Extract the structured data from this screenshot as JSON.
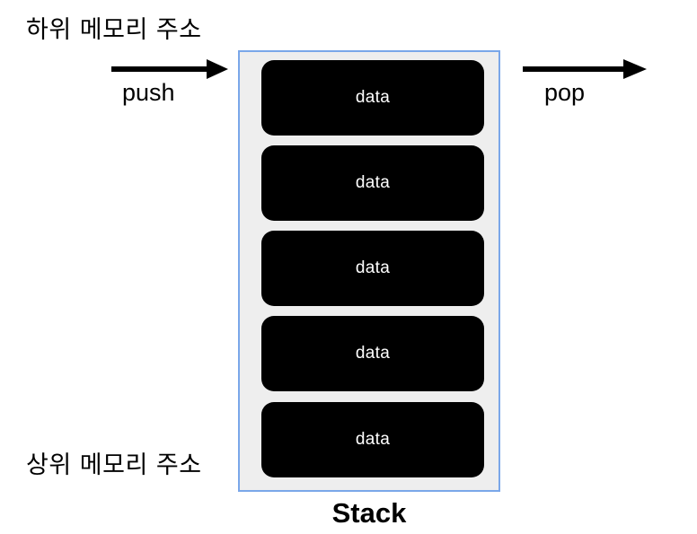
{
  "diagram": {
    "title_caption": "Stack",
    "labels": {
      "low_address": "하위 메모리 주소",
      "high_address": "상위 메모리 주소"
    },
    "arrows": [
      {
        "id": "push",
        "label": "push",
        "direction": "right",
        "position": "left-of-stack"
      },
      {
        "id": "pop",
        "label": "pop",
        "direction": "right",
        "position": "right-of-stack"
      }
    ],
    "stack": {
      "cell_count": 5,
      "cells": [
        {
          "text": "data"
        },
        {
          "text": "data"
        },
        {
          "text": "data"
        },
        {
          "text": "data"
        },
        {
          "text": "data"
        }
      ]
    },
    "colors": {
      "background": "#ffffff",
      "container_fill": "#eeeeee",
      "container_border": "#7aa7e9",
      "cell_fill": "#000000",
      "cell_text": "#ffffff",
      "arrow": "#000000",
      "text": "#000000"
    }
  }
}
